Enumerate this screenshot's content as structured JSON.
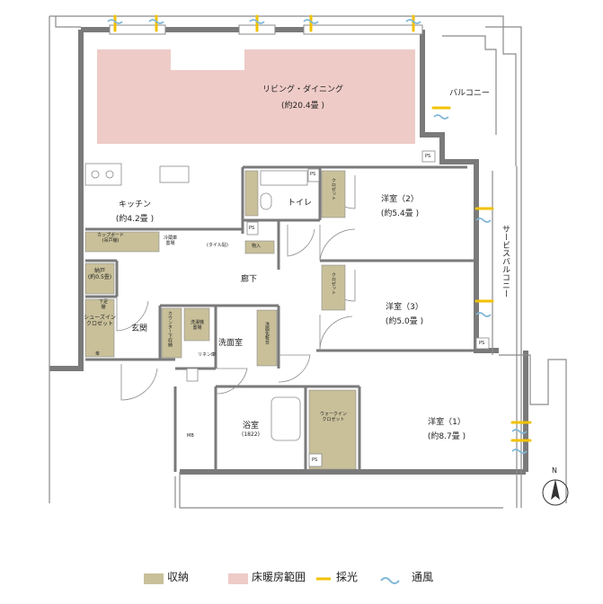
{
  "colors": {
    "storage": "#c9c09a",
    "floor_heating": "#eecbc7",
    "wall": "#7a7a7a",
    "light": "#f2c200",
    "wind": "#7fb6d9"
  },
  "rooms": {
    "living": {
      "name": "リビング・ダイニング",
      "size": "(約20.4畳 )"
    },
    "balcony": "バルコニー",
    "service_balcony": "サービスバルコニー",
    "kitchen": {
      "name": "キッチン",
      "size": "(約4.2畳 )"
    },
    "toilet": "トイレ",
    "western2": {
      "name": "洋室（2）",
      "size": "(約5.4畳 )"
    },
    "western3": {
      "name": "洋室（3）",
      "size": "(約5.0畳 )"
    },
    "western1": {
      "name": "洋室（1）",
      "size": "(約8.7畳 )"
    },
    "corridor": "廊下",
    "entrance": "玄関",
    "washroom": "洗面室",
    "bathroom": {
      "name": "浴室",
      "size": "(1822)"
    },
    "storeroom": {
      "name": "納戸",
      "size": "(約0.5畳)"
    },
    "shoes_closet": "シューズイン\nクロゼット",
    "walkin_closet": "ウォークイン\nクロゼット"
  },
  "fixtures": {
    "cupboard": "カップボード\n(吊戸棚)",
    "fridge": "冷蔵庫\n置場",
    "tile_floor": "(タイル貼)",
    "storage": "物入",
    "closet": "クロゼット",
    "ps": "PS",
    "mb": "MB",
    "counter": "カウンター下収納",
    "washer": "洗濯機\n置場",
    "shelf_top": "下足\n棚",
    "linen": "リネン庫",
    "vanity": "洗面化粧台",
    "umbrella": "傘",
    "north": "N"
  },
  "legend": [
    {
      "label": "収納",
      "icon": "storage-swatch"
    },
    {
      "label": "床暖房範囲",
      "icon": "heating-swatch"
    },
    {
      "label": "採光",
      "icon": "light-icon"
    },
    {
      "label": "通風",
      "icon": "wind-icon"
    }
  ]
}
